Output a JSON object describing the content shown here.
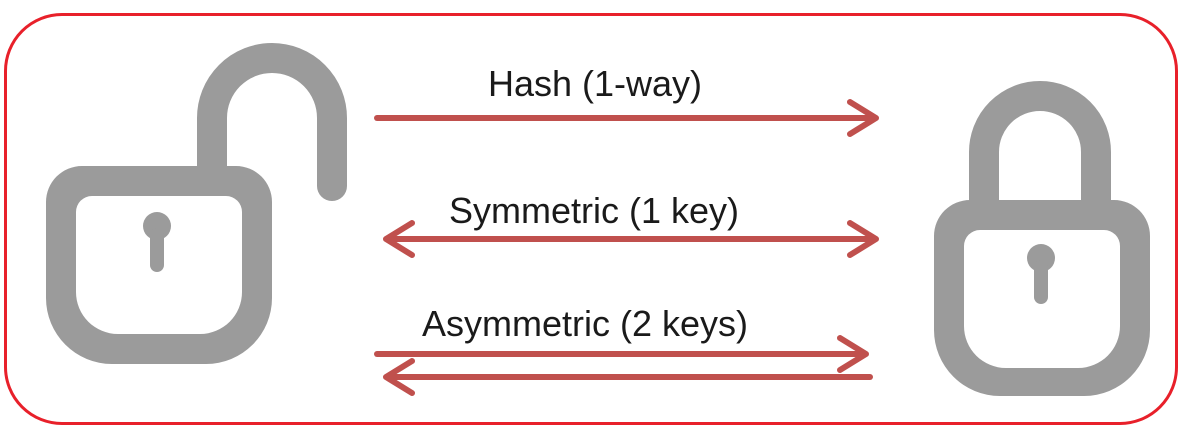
{
  "labels": {
    "hash": "Hash (1-way)",
    "symmetric": "Symmetric (1 key)",
    "asymmetric": "Asymmetric (2 keys)"
  },
  "icons": {
    "left": "unlocked-padlock-icon",
    "right": "locked-padlock-icon"
  },
  "colors": {
    "border": "#e8202a",
    "arrow": "#c0504d",
    "lock": "#9b9b9b",
    "text": "#1a1a1a"
  }
}
